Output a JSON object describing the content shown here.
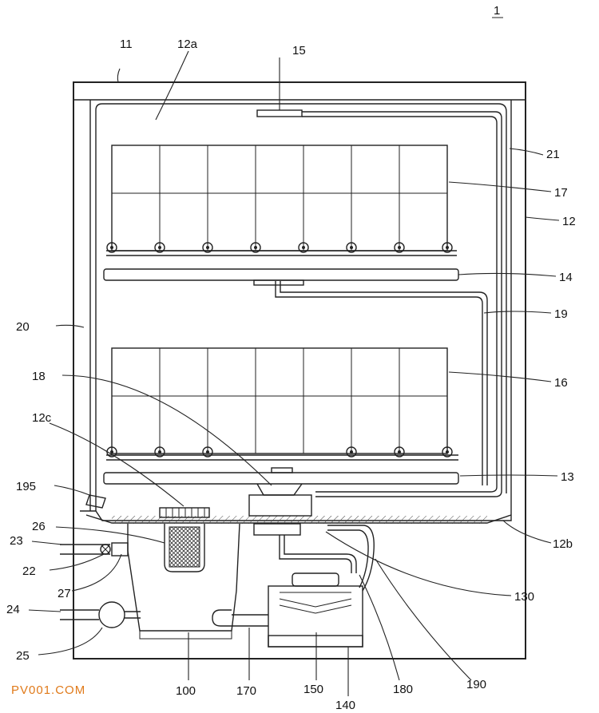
{
  "figure": {
    "figure_number": "1",
    "watermark": "PV001.COM",
    "labels": [
      {
        "id": "11",
        "text": "11"
      },
      {
        "id": "12a",
        "text": "12a"
      },
      {
        "id": "15",
        "text": "15"
      },
      {
        "id": "21",
        "text": "21"
      },
      {
        "id": "17",
        "text": "17"
      },
      {
        "id": "12",
        "text": "12"
      },
      {
        "id": "14",
        "text": "14"
      },
      {
        "id": "19",
        "text": "19"
      },
      {
        "id": "20",
        "text": "20"
      },
      {
        "id": "16",
        "text": "16"
      },
      {
        "id": "18",
        "text": "18"
      },
      {
        "id": "12c",
        "text": "12c"
      },
      {
        "id": "195",
        "text": "195"
      },
      {
        "id": "13",
        "text": "13"
      },
      {
        "id": "26",
        "text": "26"
      },
      {
        "id": "12b",
        "text": "12b"
      },
      {
        "id": "23",
        "text": "23"
      },
      {
        "id": "22",
        "text": "22"
      },
      {
        "id": "27",
        "text": "27"
      },
      {
        "id": "130",
        "text": "130"
      },
      {
        "id": "24",
        "text": "24"
      },
      {
        "id": "25",
        "text": "25"
      },
      {
        "id": "100",
        "text": "100"
      },
      {
        "id": "170",
        "text": "170"
      },
      {
        "id": "150",
        "text": "150"
      },
      {
        "id": "180",
        "text": "180"
      },
      {
        "id": "190",
        "text": "190"
      },
      {
        "id": "140",
        "text": "140"
      }
    ]
  }
}
